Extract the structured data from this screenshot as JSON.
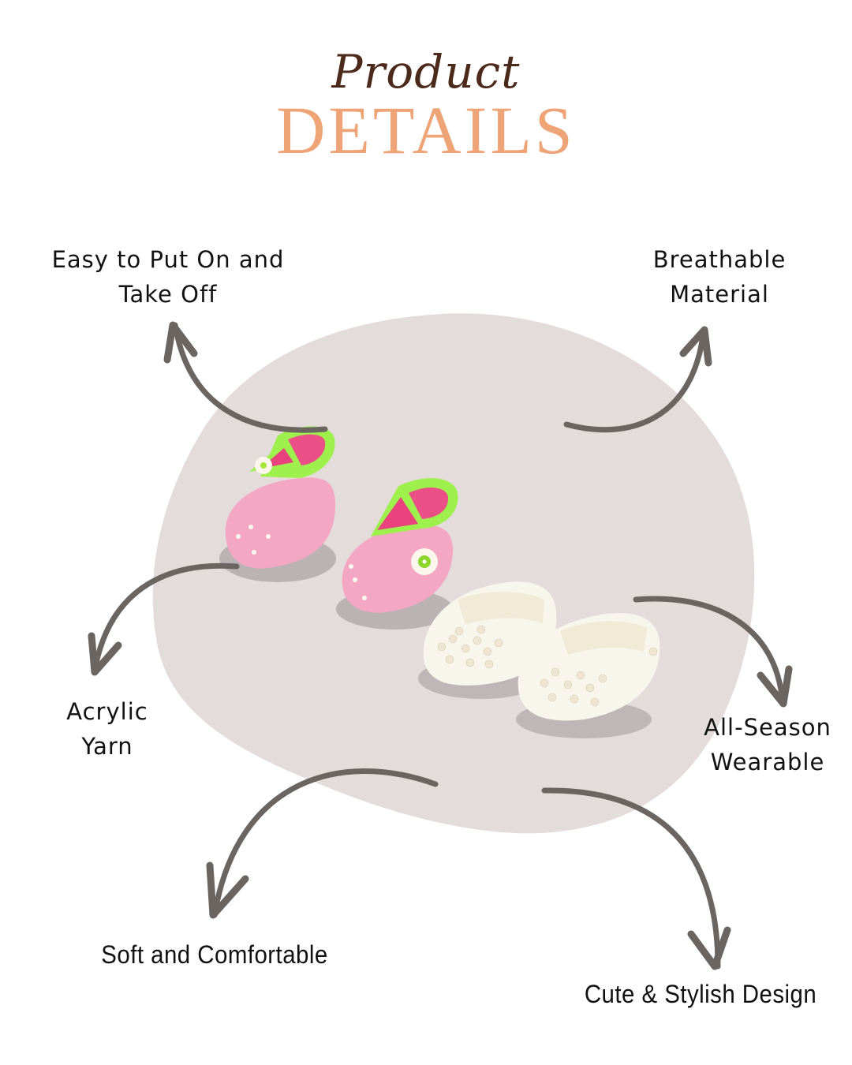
{
  "header": {
    "script_title": "Product",
    "main_title": "DETAILS"
  },
  "colors": {
    "script_title": "#4b2a1b",
    "main_title": "#eea476",
    "blob": "#e4dbdb",
    "arrow": "#6b6561",
    "label": "#111111",
    "background": "#ffffff"
  },
  "product": {
    "description": "Two pairs of crochet baby booties: pink with lime-green trim and white flower, and white with pearl beads",
    "pairs": [
      {
        "name": "pink-booties",
        "main_color": "#f3a5c0",
        "trim_color": "#a8f25a",
        "inner_color": "#ea4f86"
      },
      {
        "name": "white-booties",
        "main_color": "#f7f4ec",
        "bead_color": "#efe7d4"
      }
    ]
  },
  "features": [
    {
      "id": "easy-on-off",
      "lines": [
        "Easy to Put On and",
        "Take Off"
      ]
    },
    {
      "id": "breathable",
      "lines": [
        "Breathable",
        "Material"
      ]
    },
    {
      "id": "acrylic-yarn",
      "lines": [
        "Acrylic",
        "Yarn"
      ]
    },
    {
      "id": "all-season",
      "lines": [
        "All-Season",
        "Wearable"
      ]
    },
    {
      "id": "soft-comfortable",
      "lines": [
        "Soft and Comfortable"
      ]
    },
    {
      "id": "cute-stylish",
      "lines": [
        "Cute & Stylish Design"
      ]
    }
  ]
}
